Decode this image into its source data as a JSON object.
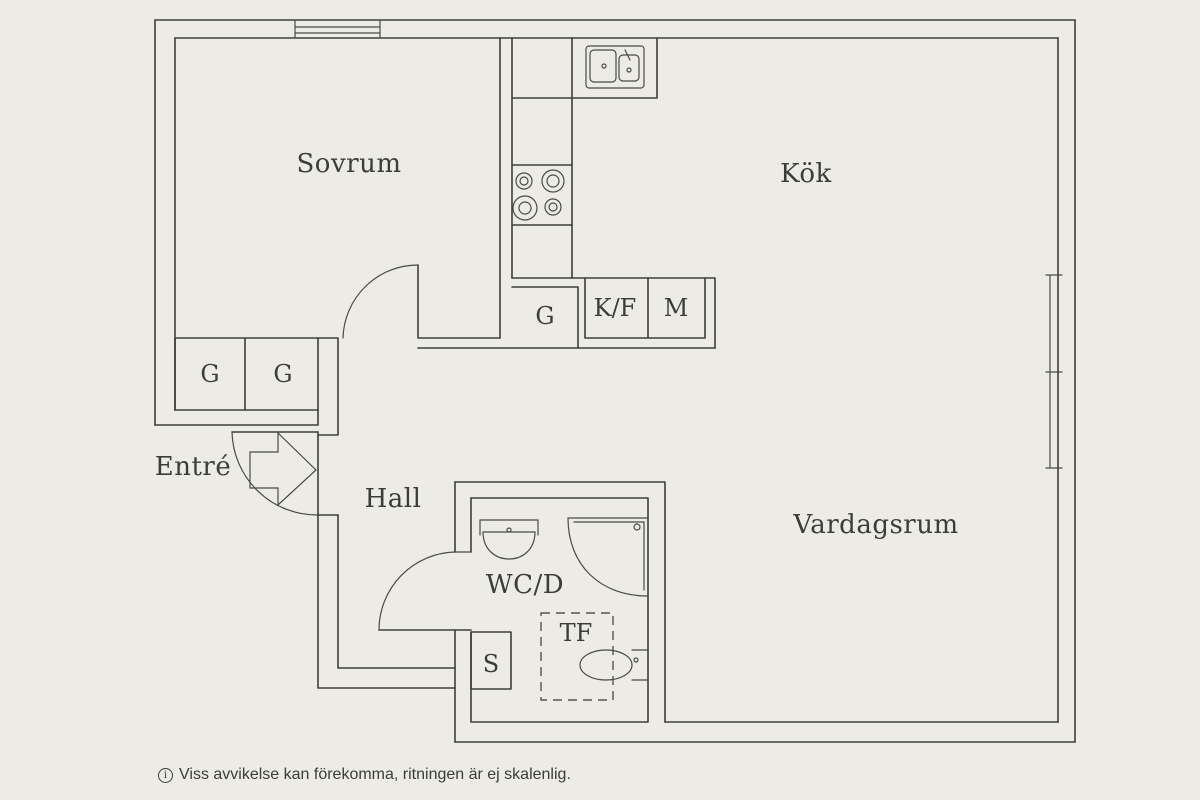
{
  "rooms": {
    "sovrum": "Sovrum",
    "kok": "Kök",
    "vardagsrum": "Vardagsrum",
    "hall": "Hall",
    "entre": "Entré",
    "wc_d": "WC/D"
  },
  "fixtures": {
    "g_bedroom_1": "G",
    "g_bedroom_2": "G",
    "g_kitchen": "G",
    "kf": "K/F",
    "m": "M",
    "tf": "TF",
    "s": "S"
  },
  "disclaimer": {
    "icon": "info-icon",
    "text": "Viss avvikelse kan förekomma, ritningen är ej skalenlig."
  },
  "colors": {
    "paper": "#ecebe5",
    "ink": "#3e3f3c"
  }
}
